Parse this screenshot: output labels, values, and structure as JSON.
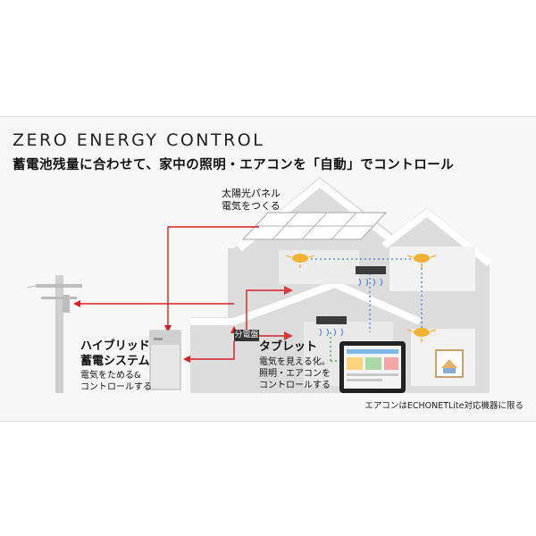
{
  "header": {
    "title": "ZERO ENERGY CONTROL",
    "subtitle": "蓄電池残量に合わせて、家中の照明・エアコンを「自動」でコントロール"
  },
  "solar": {
    "line1": "太陽光パネル",
    "line2": "電気をつくる"
  },
  "battery": {
    "line1": "ハイブリッド",
    "line2": "蓄電システム",
    "line3": "電気をためる&",
    "line4": "コントロールする"
  },
  "tablet": {
    "line1": "タブレット",
    "line2": "電気を見える化。",
    "line3": "照明・エアコンを",
    "line4": "コントロールする"
  },
  "panel": {
    "label": "分電盤"
  },
  "footnote": "エアコンはECHONETLite対応機器に限る",
  "colors": {
    "accent_red": "#d42027",
    "accent_green": "#2e9a4a",
    "accent_blue": "#3a7bd5",
    "house": "#d9d9d9",
    "light": "#f2b233"
  }
}
